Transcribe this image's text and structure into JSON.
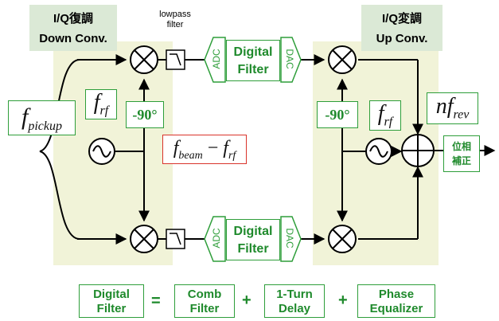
{
  "left_header": {
    "line1": "I/Q復調",
    "line2": "Down Conv."
  },
  "right_header": {
    "line1": "I/Q変調",
    "line2": "Up Conv."
  },
  "lowpass": {
    "line1": "lowpass",
    "line2": "filter"
  },
  "adc": "ADC",
  "dac": "DAC",
  "digital_filter": {
    "line1": "Digital",
    "line2": "Filter"
  },
  "phase_shift": "-90°",
  "f_pickup": {
    "base": "f",
    "sub": "pickup"
  },
  "f_rf": {
    "base": "f",
    "sub": "rf"
  },
  "f_beam_minus_rf": {
    "base1": "f",
    "sub1": "beam",
    "op": "−",
    "base2": "f",
    "sub2": "rf"
  },
  "nf_rev": {
    "base": "nf",
    "sub": "rev"
  },
  "phase_correction": {
    "line1": "位相",
    "line2": "補正"
  },
  "equation": {
    "lhs": {
      "line1": "Digital",
      "line2": "Filter"
    },
    "equals": "=",
    "plus": "+",
    "terms": [
      {
        "line1": "Comb",
        "line2": "Filter"
      },
      {
        "line1": "1-Turn",
        "line2": "Delay"
      },
      {
        "line1": "Phase",
        "line2": "Equalizer"
      }
    ]
  },
  "colors": {
    "green": "#2e9e3a",
    "panel": "#f1f3d8",
    "header_bg": "#dbe9d6",
    "red": "#d9332b"
  }
}
